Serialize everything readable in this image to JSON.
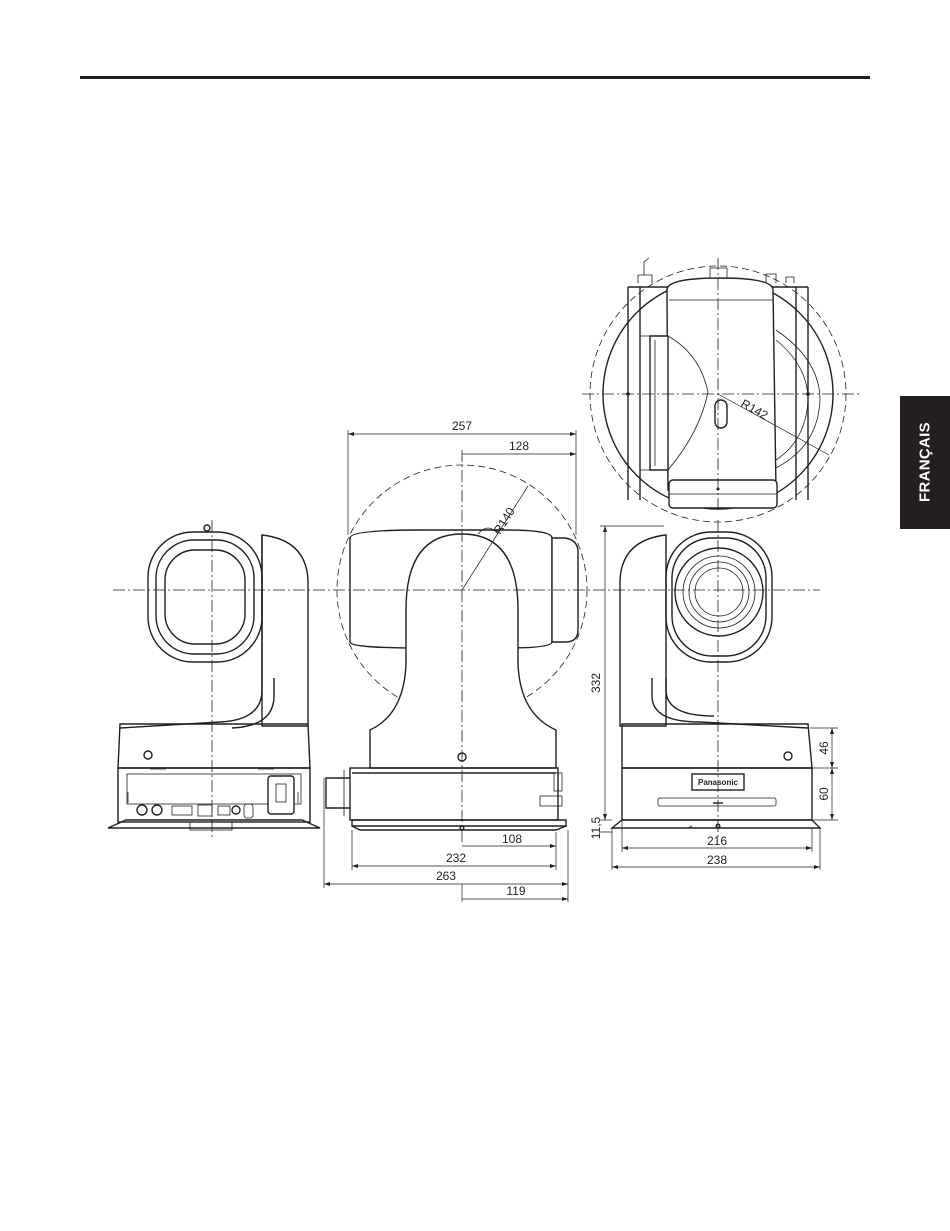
{
  "page": {
    "language_tab": "FRANÇAIS",
    "rule_color": "#231f20",
    "tab_color": "#231f20"
  },
  "drawing": {
    "brand_logo": "Panasonic",
    "dimensions": {
      "width_total": "257",
      "half_width": "128",
      "pan_radius": "R140",
      "tilt_radius": "R142",
      "height_total": "332",
      "upper_base_height": "46",
      "lower_base_height": "60",
      "plate_thickness": "11,5",
      "base_offset": "108",
      "base_depth": "232",
      "overall_depth": "263",
      "rear_offset": "119",
      "base_front_width": "216",
      "plate_width": "238"
    }
  }
}
